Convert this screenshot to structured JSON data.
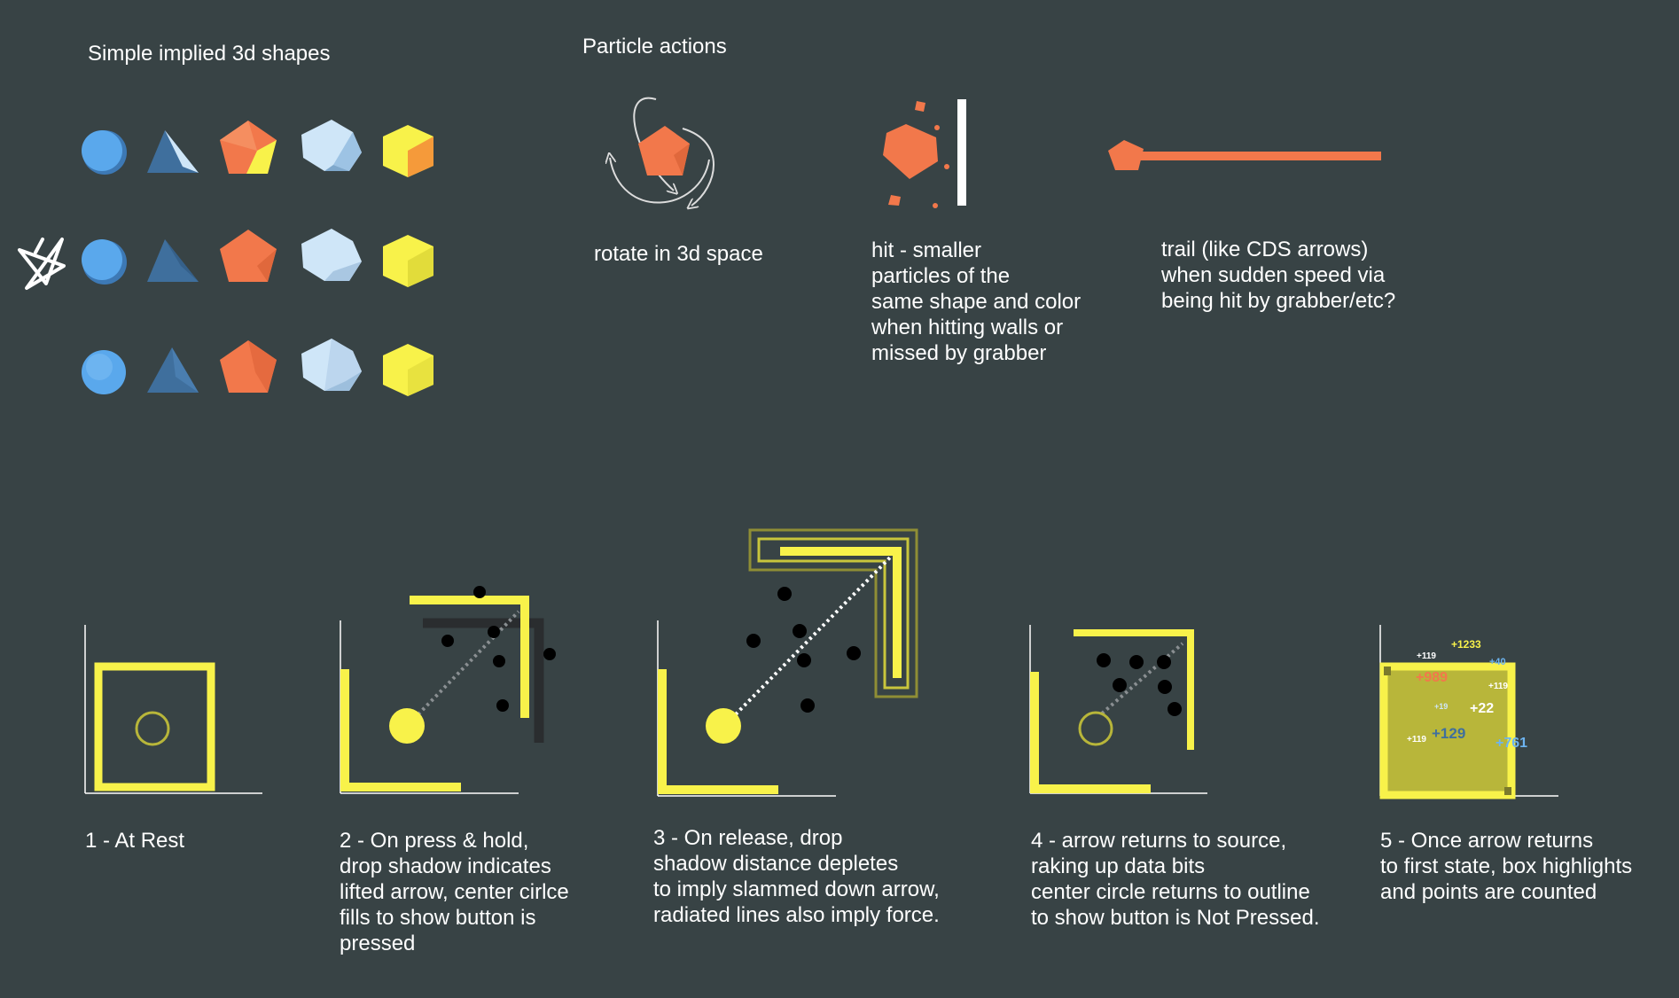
{
  "headings": {
    "shapes": "Simple implied 3d shapes",
    "particles": "Particle actions"
  },
  "particle_actions": [
    {
      "lines": [
        "rotate in 3d space"
      ]
    },
    {
      "lines": [
        "hit - smaller",
        "particles of the",
        "same shape and color",
        "when hitting walls or",
        "missed by grabber"
      ]
    },
    {
      "lines": [
        "trail (like CDS arrows)",
        "when sudden speed via",
        "being hit by grabber/etc?"
      ]
    }
  ],
  "steps": [
    {
      "lines": [
        "1 - At Rest"
      ]
    },
    {
      "lines": [
        "2 - On press & hold,",
        "drop shadow indicates",
        "lifted arrow, center cirlce",
        "fills to show button is",
        "pressed"
      ]
    },
    {
      "lines": [
        "3 - On release, drop",
        "shadow distance depletes",
        "to imply slammed down arrow,",
        "radiated lines also imply force."
      ]
    },
    {
      "lines": [
        "4 - arrow returns to source,",
        "raking up data bits",
        "center circle returns to outline",
        "to show button is Not Pressed."
      ]
    },
    {
      "lines": [
        "5 - Once arrow returns",
        "to first state, box highlights",
        "and points are counted"
      ]
    }
  ],
  "points": [
    "+1233",
    "+119",
    "+40",
    "+989",
    "+119",
    "+22",
    "+129",
    "+119",
    "+761",
    "+19"
  ],
  "colors": {
    "background": "#384345",
    "yellow": "#f8f24a",
    "orange": "#f2784b",
    "blue": "#5aa8ec",
    "dark_blue": "#3f6f9d",
    "pale_blue": "#cfe6f8",
    "highlight_box": "#b8b63a"
  },
  "icons": [
    "sphere-icon",
    "tetrahedron-icon",
    "pentagon-icon",
    "hexagon-icon",
    "cube-icon",
    "star-doodle-icon"
  ]
}
